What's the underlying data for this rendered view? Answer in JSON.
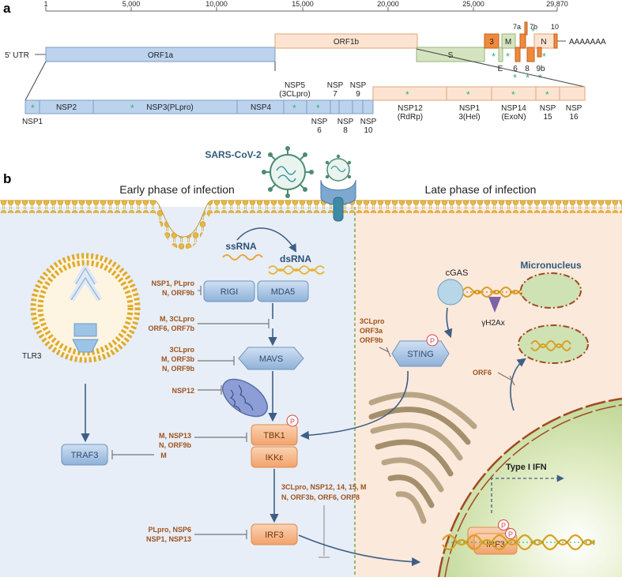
{
  "panel_a": {
    "label": "a",
    "scale_ticks": [
      "1",
      "5,000",
      "10,000",
      "15,000",
      "20,000",
      "25,000",
      "29,870"
    ],
    "utr5": "5' UTR",
    "polyA": "AAAAAAA",
    "orfs": {
      "orf1a": "ORF1a",
      "orf1b": "ORF1b",
      "s": "S",
      "orf3": "3",
      "m": "M",
      "n": "N",
      "e": "E",
      "orf6": "6",
      "orf7a": "7a",
      "orf7b": "7b",
      "orf8": "8",
      "orf9b": "9b",
      "orf10": "10"
    },
    "nsps": {
      "nsp1": "NSP1",
      "nsp2": "NSP2",
      "nsp3": "NSP3(PLpro)",
      "nsp4": "NSP4",
      "nsp5_line1": "NSP5",
      "nsp5_line2": "(3CLpro)",
      "nsp6_line1": "NSP",
      "nsp6_line2": "6",
      "nsp7_line1": "NSP",
      "nsp7_line2": "7",
      "nsp8_line1": "NSP",
      "nsp8_line2": "8",
      "nsp9_line1": "NSP",
      "nsp9_line2": "9",
      "nsp10_line1": "NSP",
      "nsp10_line2": "10",
      "nsp12_line1": "NSP12",
      "nsp12_line2": "(RdRp)",
      "nsp13_line1": "NSP1",
      "nsp13_line2": "3(Hel)",
      "nsp14_line1": "NSP14",
      "nsp14_line2": "(ExoN)",
      "nsp15_line1": "NSP",
      "nsp15_line2": "15",
      "nsp16_line1": "NSP",
      "nsp16_line2": "16"
    },
    "star": "*"
  },
  "panel_b": {
    "label": "b",
    "virus_label": "SARS-CoV-2",
    "early_phase": "Early phase of infection",
    "late_phase": "Late phase of infection",
    "ssrna": "ssRNA",
    "dsrna": "dsRNA",
    "rigi": "RIGI",
    "mda5": "MDA5",
    "mavs": "MAVS",
    "tbk1": "TBK1",
    "ikke": "IKKε",
    "irf3": "IRF3",
    "traf3": "TRAF3",
    "tlr3": "TLR3",
    "sting": "STING",
    "cgas": "cGAS",
    "gh2ax": "γH2Ax",
    "micronucleus": "Micronucleus",
    "type1_ifn": "Type I IFN",
    "irf3_nucleus": "IRF3",
    "p": "P",
    "inhibitors": {
      "rigi_line1": "NSP1, PLpro",
      "rigi_line2": "N, ORF9b",
      "mavs_act_line1": "M, 3CLpro",
      "mavs_act_line2": "ORF6, ORF7b",
      "mavs_line1": "3CLpro",
      "mavs_line2": "M, ORF3b",
      "mavs_line3": "N, ORF9b",
      "nsp12": "NSP12",
      "tbk1_line1": "M, NSP13",
      "tbk1_line2": "N, ORF9b",
      "traf3": "M",
      "irf3_trans_line1": "3CLpro, NSP12, 14, 15, M",
      "irf3_trans_line2": "N, ORF3b, ORF6, ORF8",
      "irf3_line1": "PLpro, NSP6",
      "irf3_line2": "NSP1, NSP13",
      "sting_line1": "3CLpro",
      "sting_line2": "ORF3a",
      "sting_line3": "ORF9b",
      "orf6": "ORF6"
    }
  }
}
